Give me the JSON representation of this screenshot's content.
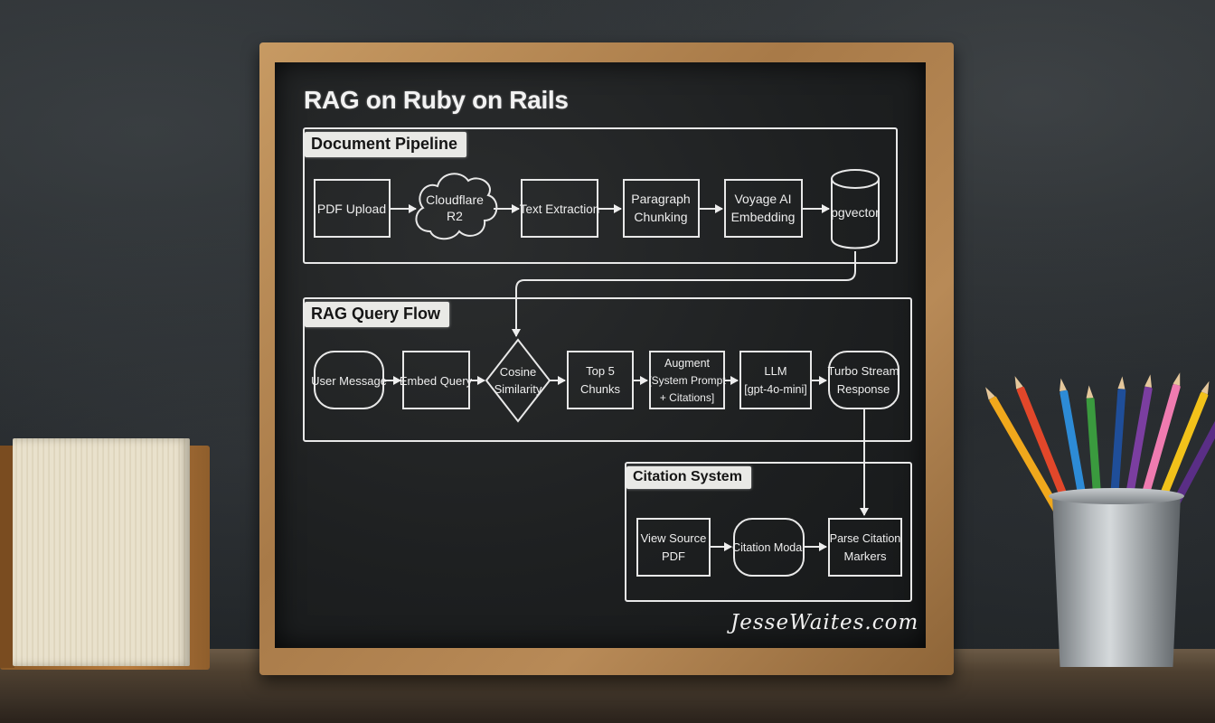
{
  "title": "RAG on Ruby on Rails",
  "watermark": "JesseWaites.com",
  "sections": {
    "document_pipeline": {
      "label": "Document Pipeline",
      "nodes": {
        "pdf_upload": "PDF Upload",
        "cloudflare_1": "Cloudflare",
        "cloudflare_2": "R2",
        "text_extraction": "Text Extraction",
        "paragraph_1": "Paragraph",
        "paragraph_2": "Chunking",
        "voyage_1": "Voyage AI",
        "voyage_2": "Embedding",
        "pgvector": "pgvector"
      }
    },
    "rag_query_flow": {
      "label": "RAG Query Flow",
      "nodes": {
        "user_message": "User Message",
        "embed_query": "Embed Query",
        "cosine_1": "Cosine",
        "cosine_2": "Similarity",
        "top5_1": "Top 5",
        "top5_2": "Chunks",
        "augment_1": "Augment",
        "augment_2": "[System Prompt",
        "augment_3": "+ Citations]",
        "llm_1": "LLM",
        "llm_2": "[gpt-4o-mini]",
        "turbo_1": "Turbo Stream",
        "turbo_2": "Response"
      }
    },
    "citation_system": {
      "label": "Citation System",
      "nodes": {
        "view_source_1": "View Source",
        "view_source_2": "PDF",
        "citation_modal": "Citation Modal",
        "parse_1": "Parse Citation",
        "parse_2": "Markers"
      }
    }
  },
  "colors": {
    "chalk": "#eeeeee",
    "board": "#1d1f20",
    "frame": "#b88a57",
    "label_bg": "#e9e9e6"
  }
}
